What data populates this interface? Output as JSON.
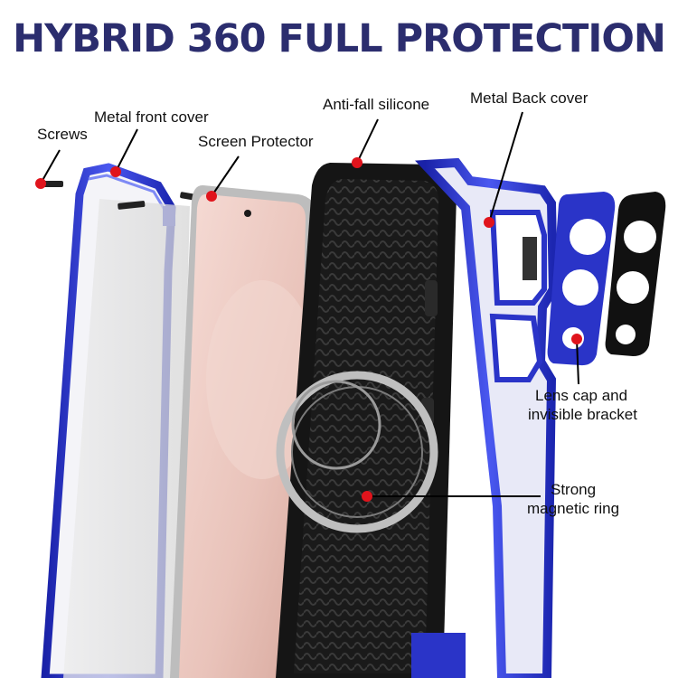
{
  "title": "HYBRID 360 FULL PROTECTION",
  "labels": {
    "screws": "Screws",
    "metal_front_cover": "Metal front cover",
    "screen_protector": "Screen Protector",
    "anti_fall_silicone": "Anti-fall silicone",
    "metal_back_cover": "Metal Back cover",
    "lens_cap_line1": "Lens cap and",
    "lens_cap_line2": "invisible bracket",
    "magnet_line1": "Strong",
    "magnet_line2": "magnetic ring"
  },
  "colors": {
    "title": "#2b2d6e",
    "metal_blue": "#2a34c8",
    "marker_red": "#e0141c",
    "silicone_black": "#151515"
  }
}
